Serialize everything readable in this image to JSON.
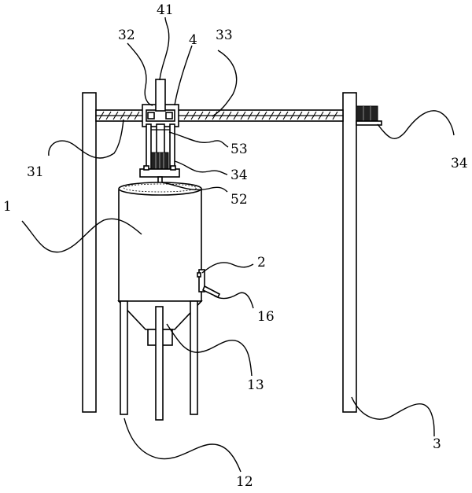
{
  "labels": {
    "l41": "41",
    "l32": "32",
    "l4": "4",
    "l33": "33",
    "l53": "53",
    "l34a": "34",
    "l31": "31",
    "l34b": "34",
    "l52": "52",
    "l1": "1",
    "l2": "2",
    "l16": "16",
    "l13": "13",
    "l3": "3",
    "l12": "12"
  }
}
